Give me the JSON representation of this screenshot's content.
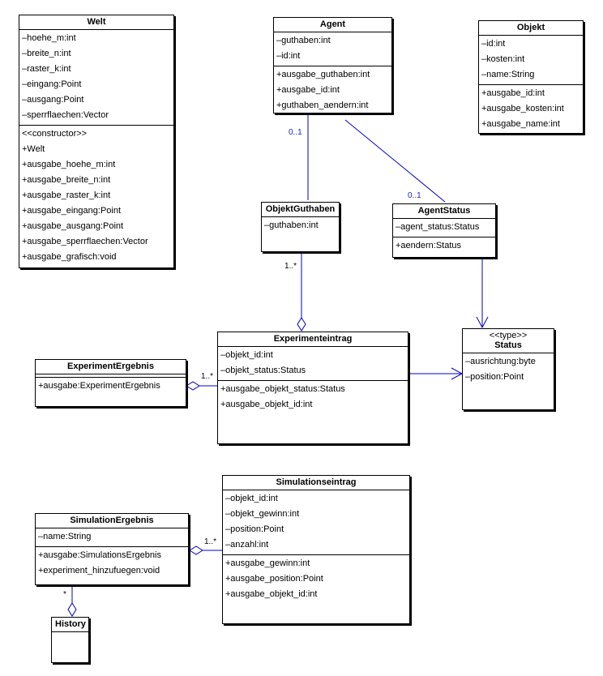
{
  "classes": {
    "welt": {
      "name": "Welt",
      "attributes": [
        "–hoehe_m:int",
        "–breite_n:int",
        "–raster_k:int",
        "–eingang:Point",
        "–ausgang:Point",
        "–sperrflaechen:Vector"
      ],
      "operations": [
        "<<constructor>>",
        "+Welt",
        "+ausgabe_hoehe_m:int",
        "+ausgabe_breite_n:int",
        "+ausgabe_raster_k:int",
        "+ausgabe_eingang:Point",
        "+ausgabe_ausgang:Point",
        "+ausgabe_sperrflaechen:Vector",
        "+ausgabe_grafisch:void"
      ]
    },
    "agent": {
      "name": "Agent",
      "attributes": [
        "–guthaben:int",
        "–id:int"
      ],
      "operations": [
        "+ausgabe_guthaben:int",
        "+ausgabe_id:int",
        "+guthaben_aendern:int"
      ]
    },
    "objekt": {
      "name": "Objekt",
      "attributes": [
        "–id:int",
        "–kosten:int",
        "–name:String"
      ],
      "operations": [
        "+ausgabe_id:int",
        "+ausgabe_kosten:int",
        "+ausgabe_name:int"
      ]
    },
    "objektguthaben": {
      "name": "ObjektGuthaben",
      "attributes": [
        "–guthaben:int"
      ],
      "operations": []
    },
    "agentstatus": {
      "name": "AgentStatus",
      "attributes": [
        "–agent_status:Status"
      ],
      "operations": [
        "+aendern:Status"
      ]
    },
    "experimenteintrag": {
      "name": "Experimenteintrag",
      "attributes": [
        "–objekt_id:int",
        "–objekt_status:Status"
      ],
      "operations": [
        "+ausgabe_objekt_status:Status",
        "+ausgabe_objekt_id:int"
      ]
    },
    "status": {
      "stereotype": "<<type>>",
      "name": "Status",
      "attributes": [
        "–ausrichtung:byte",
        "–position:Point"
      ],
      "operations": []
    },
    "experimentergebnis": {
      "name": "ExperimentErgebnis",
      "attributes": [],
      "operations": [
        "+ausgabe:ExperimentErgebnis"
      ]
    },
    "simulationseintrag": {
      "name": "Simulationseintrag",
      "attributes": [
        "–objekt_id:int",
        "–objekt_gewinn:int",
        "–position:Point",
        "–anzahl:int"
      ],
      "operations": [
        "+ausgabe_gewinn:int",
        "+ausgabe_position:Point",
        "+ausgabe_objekt_id:int"
      ]
    },
    "simulationergebnis": {
      "name": "SimulationErgebnis",
      "attributes": [
        "–name:String"
      ],
      "operations": [
        "+ausgabe:SimulationsErgebnis",
        "+experiment_hinzufuegen:void"
      ]
    },
    "history": {
      "name": "History",
      "attributes": [],
      "operations": []
    }
  },
  "multiplicities": {
    "agent_objektguthaben": "0..1",
    "agent_agentstatus": "0..1",
    "objektguthaben_experimenteintrag": "1..*",
    "experimentergebnis_experimenteintrag": "1..*",
    "simulationergebnis_simulationseintrag": "1..*",
    "simulationergebnis_history": "*"
  },
  "colors": {
    "line": "#0000cc",
    "multiplicity_blue": "#1a1acc",
    "outline": "#000000"
  }
}
